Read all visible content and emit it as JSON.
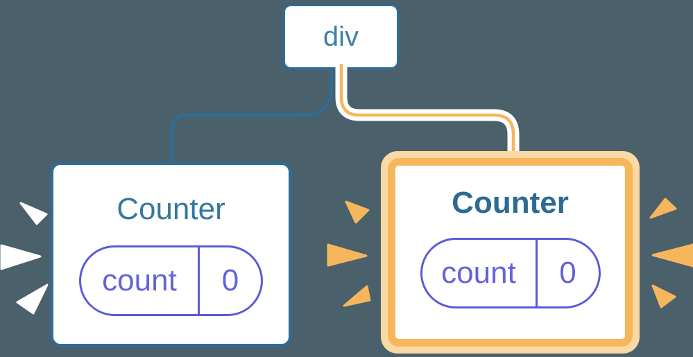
{
  "diagram_title": "component-tree-state-highlight",
  "node": {
    "label": "div"
  },
  "cards": [
    {
      "title": "Counter",
      "state_name": "count",
      "state_value": "0",
      "highlighted": false
    },
    {
      "title": "Counter",
      "state_name": "count",
      "state_value": "0",
      "highlighted": true
    }
  ],
  "colors": {
    "background": "#4A606B",
    "white": "#FFFFFF",
    "steel_border": "#2E6D98",
    "node_label": "#3D80A8",
    "title_left": "#35789F",
    "title_right": "#2B6B94",
    "pill_border": "#5B5BD6",
    "pill_text": "#6363DB",
    "orange": "#F6B75C",
    "cream": "#FBD9A4",
    "spark_left": "#FFFFFF",
    "spark_right": "#F6B75C"
  }
}
